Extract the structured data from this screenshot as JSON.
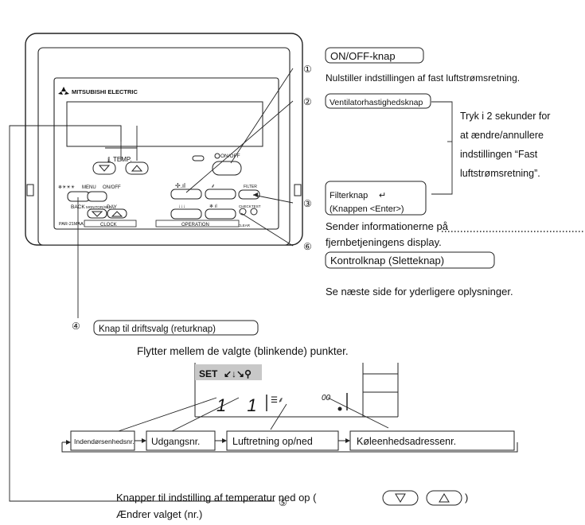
{
  "remote": {
    "brand": "MITSUBISHI ELECTRIC",
    "model": "PAR-21MAA",
    "temp_label": "TEMP.",
    "onoff_label": "ON/OFF",
    "filter_label": "FILTER",
    "check_label": "CHECK",
    "test_label": "TEST",
    "clear_label": "CLEAR",
    "menu_label": "MENU",
    "onoff_small_label": "ON/OFF",
    "back_label": "BACK",
    "monitor_set_label": "MONITOR/SET",
    "day_label": "DAY",
    "clock_label": "CLOCK",
    "operation_label": "OPERATION"
  },
  "callouts": {
    "c1": {
      "num": "①",
      "title": "ON/OFF-knap",
      "desc": "Nulstiller indstillingen af fast luftstrømsretning."
    },
    "c2": {
      "num": "②",
      "title": "Ventilatorhastighedsknap"
    },
    "bracket_note": {
      "line1": "Tryk i 2 sekunder for",
      "line2": "at ændre/annullere",
      "line3": "indstillingen “Fast",
      "line4": "luftstrømsretning”."
    },
    "c3": {
      "num": "③",
      "title_line1": "Filterknap",
      "title_line2": "(Knappen <Enter>)",
      "desc_line1": "Sender informationerne på",
      "desc_line2": "fjernbetjeningens display."
    },
    "c6": {
      "num": "⑥",
      "title": "Kontrolknap (Sletteknap)",
      "desc": "Se næste side for yderligere oplysninger."
    },
    "c4": {
      "num": "④",
      "title": "Knap til driftsvalg (returknap)",
      "desc": "Flytter mellem de valgte (blinkende) punkter."
    },
    "c5": {
      "num": "⑤",
      "desc_line1": "Knapper til indstilling af temperatur ned op (",
      "desc_line2": "Ændrer valget (nr.)"
    }
  },
  "lcd": {
    "set_label": "SET",
    "unit_digits": "1 1",
    "refrigerant_digits": "00"
  },
  "sequence": [
    "Indendørsenhedsnr.",
    "Udgangsnr.",
    "Luftretning op/ned",
    "Køleenhedsadressenr."
  ]
}
